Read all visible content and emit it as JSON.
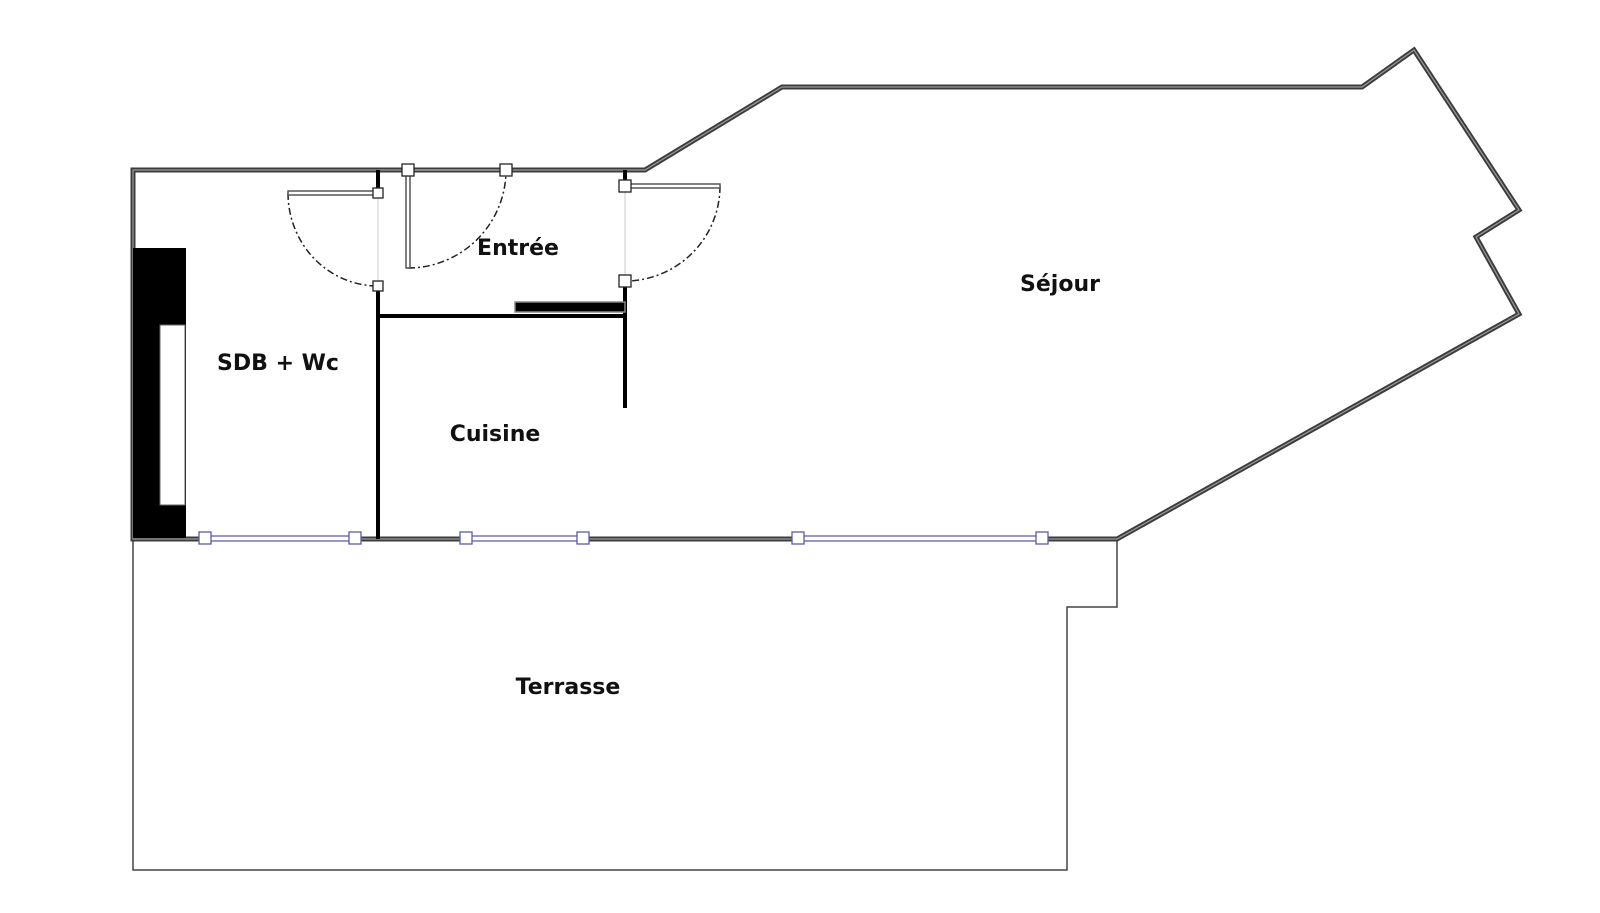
{
  "rooms": {
    "entree": "Entrée",
    "sejour": "Séjour",
    "sdb_wc": "SDB + Wc",
    "cuisine": "Cuisine",
    "terrasse": "Terrasse"
  },
  "colors": {
    "wall": "#3c3c3c",
    "window": "#5a5aa8",
    "fixture": "#000000"
  }
}
